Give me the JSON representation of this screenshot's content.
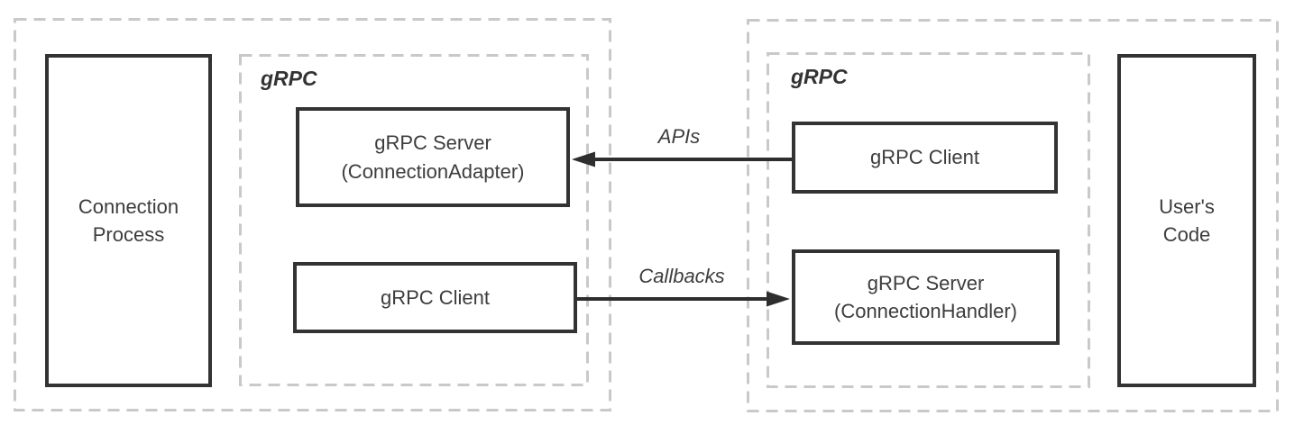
{
  "diagram": {
    "left_group": {
      "process_box": {
        "line1": "Connection",
        "line2": "Process"
      },
      "grpc_label": "gRPC",
      "server_box": {
        "line1": "gRPC Server",
        "line2": "(ConnectionAdapter)"
      },
      "client_box": {
        "label": "gRPC Client"
      }
    },
    "right_group": {
      "grpc_label": "gRPC",
      "client_box": {
        "label": "gRPC Client"
      },
      "server_box": {
        "line1": "gRPC Server",
        "line2": "(ConnectionHandler)"
      },
      "users_code_box": {
        "line1": "User's",
        "line2": "Code"
      }
    },
    "arrows": {
      "apis": {
        "label": "APIs",
        "direction": "left"
      },
      "callbacks": {
        "label": "Callbacks",
        "direction": "right"
      }
    },
    "colors": {
      "solid_border": "#333333",
      "dashed_border": "#c9c9c9",
      "text": "#3d3d3d",
      "arrow": "#2e2e2e",
      "background": "#ffffff"
    }
  }
}
